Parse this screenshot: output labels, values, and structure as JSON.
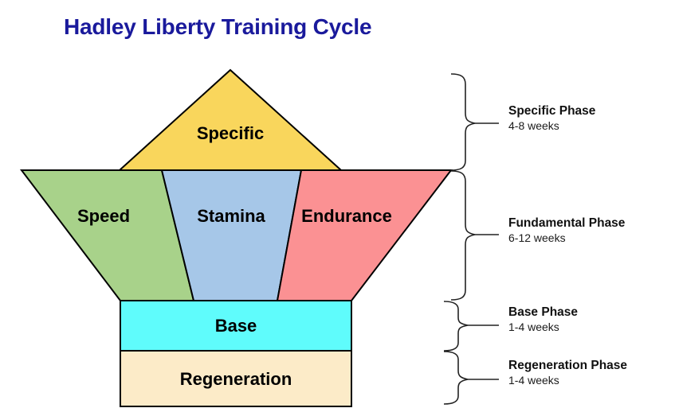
{
  "page": {
    "title": "Hadley Liberty Training Cycle",
    "title_color": "#1a1a9c",
    "background_color": "#ffffff"
  },
  "diagram": {
    "type": "inverted-pyramid-training-cycle",
    "outline_color": "#000000",
    "blocks": [
      {
        "id": "specific",
        "label": "Specific",
        "shape": "triangle",
        "color": "#F9D65C"
      },
      {
        "id": "speed",
        "label": "Speed",
        "shape": "trapezoid-segment",
        "color": "#A8D28A"
      },
      {
        "id": "stamina",
        "label": "Stamina",
        "shape": "trapezoid-segment",
        "color": "#A6C7E8"
      },
      {
        "id": "endurance",
        "label": "Endurance",
        "shape": "trapezoid-segment",
        "color": "#FB9193"
      },
      {
        "id": "base",
        "label": "Base",
        "shape": "rectangle",
        "color": "#5FFCFC"
      },
      {
        "id": "regeneration",
        "label": "Regeneration",
        "shape": "rectangle",
        "color": "#FCEBC8"
      }
    ]
  },
  "phases": [
    {
      "id": "specific-phase",
      "title": "Specific Phase",
      "duration": "4-8 weeks"
    },
    {
      "id": "fundamental-phase",
      "title": "Fundamental Phase",
      "duration": "6-12 weeks"
    },
    {
      "id": "base-phase",
      "title": "Base Phase",
      "duration": "1-4 weeks"
    },
    {
      "id": "regeneration-phase",
      "title": "Regeneration Phase",
      "duration": "1-4 weeks"
    }
  ]
}
